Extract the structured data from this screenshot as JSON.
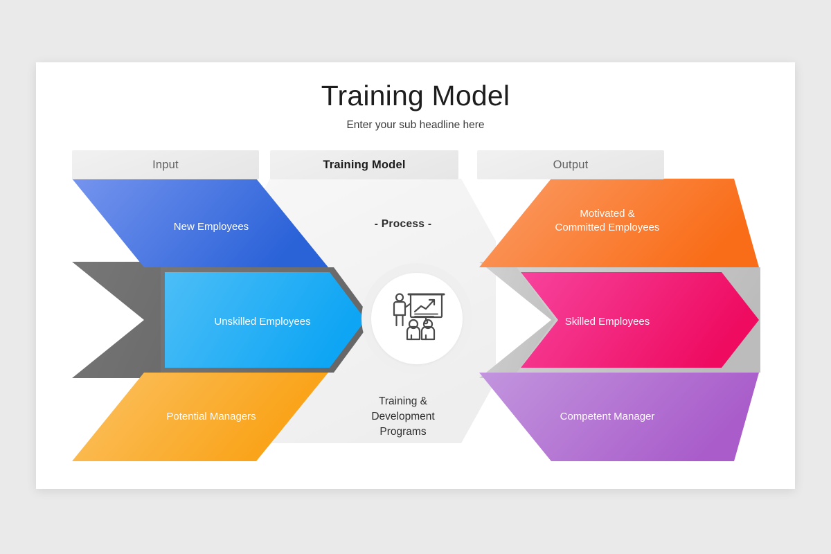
{
  "slide": {
    "title": "Training Model",
    "subtitle": "Enter your sub headline here"
  },
  "columns": {
    "input": {
      "header": "Input"
    },
    "center": {
      "header": "Training Model"
    },
    "output": {
      "header": "Output"
    }
  },
  "input_items": [
    {
      "label": "New Employees",
      "color_start": "#7092ec",
      "color_end": "#2b62d7"
    },
    {
      "label": "Unskilled Employees",
      "color_start": "#45bcf6",
      "color_end": "#12a6f2"
    },
    {
      "label": "Potential Managers",
      "color_start": "#fcc05a",
      "color_end": "#f9a41e"
    }
  ],
  "process": {
    "tag": "- Process -",
    "icon": "training-presentation-icon",
    "caption_lines": [
      "Training &",
      "Development",
      "Programs"
    ]
  },
  "output_items": [
    {
      "label_lines": [
        "Motivated &",
        "Committed Employees"
      ],
      "color_start": "#fb9a62",
      "color_end": "#f96f1c"
    },
    {
      "label_lines": [
        "Skilled Employees"
      ],
      "color_start": "#f6409b",
      "color_end": "#ef0f63"
    },
    {
      "label_lines": [
        "Competent Manager"
      ],
      "color_start": "#c191dd",
      "color_end": "#ab5fcb"
    }
  ],
  "decor": {
    "left_chevron_color": "#6e6e6e",
    "right_chevron_color": "#c6c6c6",
    "center_panel_color": "#f3f3f3",
    "header_bar_color": "#ededed",
    "card_color": "#ffffff",
    "page_background": "#eaeaea"
  }
}
